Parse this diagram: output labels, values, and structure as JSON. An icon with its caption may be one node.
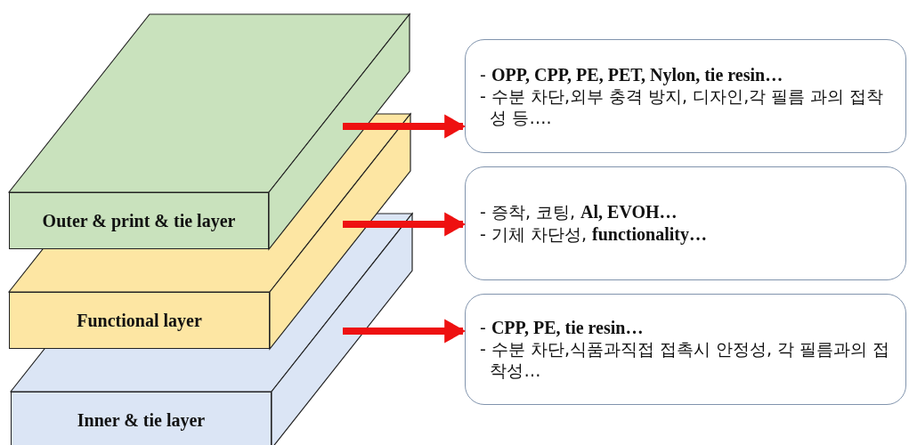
{
  "diagram": {
    "nodes": [
      {
        "text": [
          "Outer & print & tie layer"
        ]
      },
      {
        "text": [
          "Functional layer"
        ]
      },
      {
        "text": [
          "Inner & tie layer"
        ]
      },
      {
        "text": [
          "- **OPP, CPP, PE, PET, Nylon, tie resin…**",
          "- 수분 차단,외부 충격 방지, 디자인,각 필름 과의 접착성 등…."
        ]
      },
      {
        "text": [
          "- 증착, 코팅, **Al, EVOH…**",
          "- 기체 차단성, **functionality…**"
        ]
      },
      {
        "text": [
          "- **CPP, PE, tie resin…**",
          "- 수분 차단,식품과직접 접촉시 안정성, 각 필름과의 접착성…"
        ]
      }
    ],
    "edges": [
      {
        "from": null,
        "to": 3,
        "arrow": "to"
      },
      {
        "from": null,
        "to": 4,
        "arrow": "to"
      },
      {
        "from": null,
        "to": 5,
        "arrow": "to"
      }
    ]
  }
}
